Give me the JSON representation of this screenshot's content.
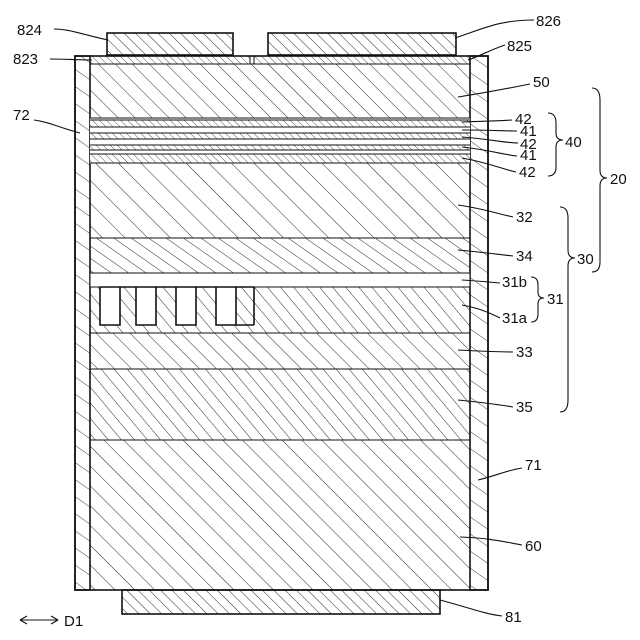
{
  "labels": {
    "l824": "824",
    "l826": "826",
    "l823": "823",
    "l825": "825",
    "l50": "50",
    "l72": "72",
    "l42a": "42",
    "l41a": "41",
    "l42b": "42",
    "l40": "40",
    "l41b": "41",
    "l42c": "42",
    "l20": "20",
    "l32": "32",
    "l34": "34",
    "l30": "30",
    "l31b": "31b",
    "l31": "31",
    "l31a": "31a",
    "l33": "33",
    "l35": "35",
    "l71": "71",
    "l60": "60",
    "l81": "81",
    "direction": "D1"
  },
  "colors": {
    "ink": "#111111",
    "background": "#ffffff"
  }
}
